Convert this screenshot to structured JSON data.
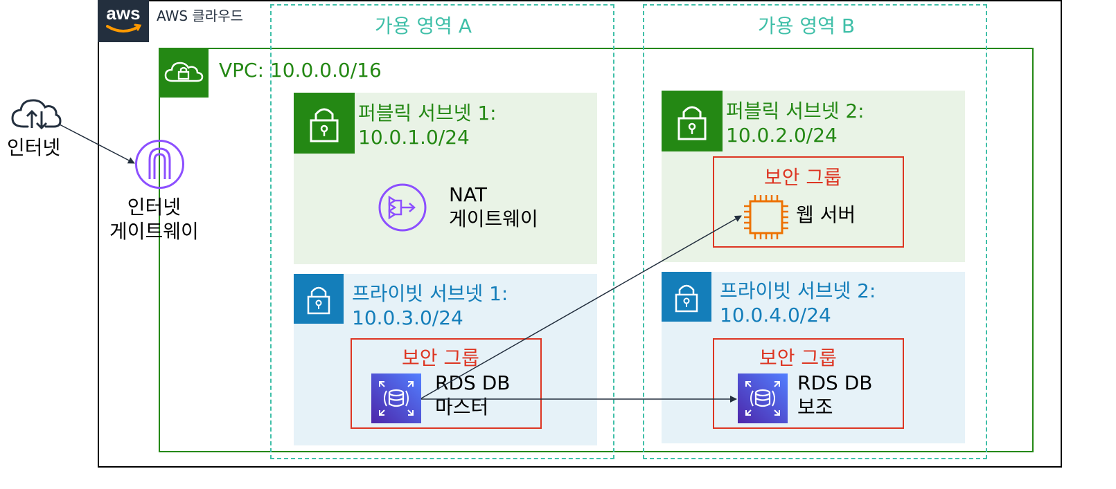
{
  "colors": {
    "border": "#000000",
    "aws_badge": "#232f3e",
    "vpc": "#248814",
    "az": "#3fbfa8",
    "az_text": "#3fbfa8",
    "public_bg": "#e9f3e6",
    "private_bg": "#e6f2f8",
    "private_icon": "#147eba",
    "security_group": "#dd3522",
    "igw": "#8c4fff",
    "ec2": "#ed7100",
    "rds_from": "#4d27aa",
    "rds_to": "#527fff",
    "text": "#000000"
  },
  "aws_cloud": {
    "logo": "aws",
    "label": "AWS 클라우드"
  },
  "internet": {
    "icon": "cloud-upload-download-icon",
    "label": "인터넷"
  },
  "igw": {
    "icon": "internet-gateway-icon",
    "label": "인터넷\n게이트웨이"
  },
  "vpc": {
    "icon": "vpc-cloud-lock-icon",
    "label": "VPC: 10.0.0.0/16"
  },
  "az_a": {
    "label": "가용 영역 A"
  },
  "az_b": {
    "label": "가용 영역 B"
  },
  "public_subnet_1": {
    "icon": "lock-icon",
    "label": "퍼블릭 서브넷 1:\n10.0.1.0/24",
    "nat": {
      "icon": "nat-gateway-icon",
      "label": "NAT\n게이트웨이"
    }
  },
  "public_subnet_2": {
    "icon": "lock-icon",
    "label": "퍼블릭 서브넷 2:\n10.0.2.0/24",
    "security_group": {
      "label": "보안 그룹",
      "web": {
        "icon": "ec2-chip-icon",
        "label": "웹 서버"
      }
    }
  },
  "private_subnet_1": {
    "icon": "lock-icon",
    "label": "프라이빗 서브넷 1:\n10.0.3.0/24",
    "security_group": {
      "label": "보안 그룹",
      "db": {
        "icon": "rds-icon",
        "label": "RDS DB\n마스터"
      }
    }
  },
  "private_subnet_2": {
    "icon": "lock-icon",
    "label": "프라이빗 서브넷 2:\n10.0.4.0/24",
    "security_group": {
      "label": "보안 그룹",
      "db": {
        "icon": "rds-icon",
        "label": "RDS DB\n보조"
      }
    }
  }
}
